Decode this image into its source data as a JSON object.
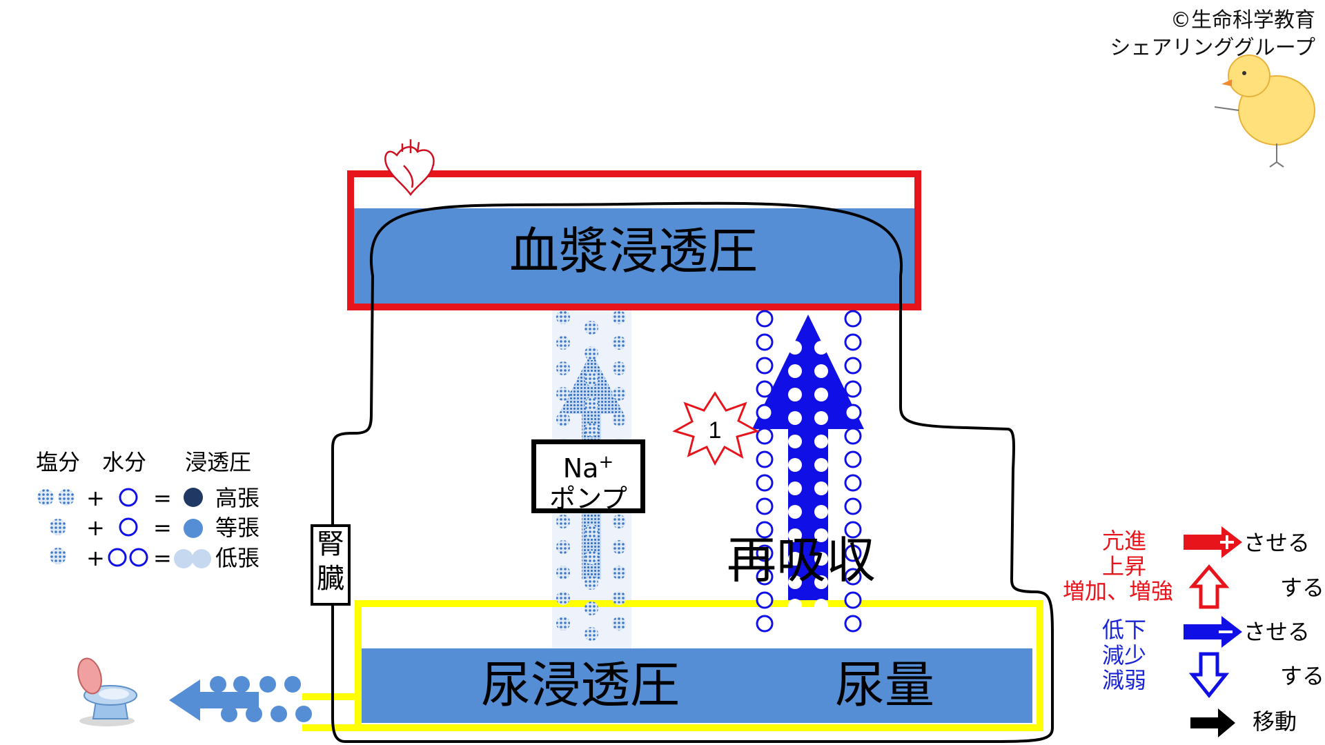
{
  "credit": {
    "line1": "©生命科学教育",
    "line2": "シェアリンググループ"
  },
  "labels": {
    "plasma_osmotic_pressure": "血漿浸透圧",
    "urine_osmotic_pressure": "尿浸透圧",
    "urine_volume": "尿量",
    "reabsorption": "再吸収",
    "pump_line1": "Na",
    "pump_sup": "+",
    "pump_line2": "ポンプ",
    "kidney_line1": "腎",
    "kidney_line2": "臓",
    "step_number": "1"
  },
  "osmo_legend": {
    "headers": [
      "塩分",
      "水分",
      "浸透圧"
    ],
    "rows": [
      {
        "plus": "+",
        "equals": "=",
        "result": "高張"
      },
      {
        "plus": "+",
        "equals": "=",
        "result": "等張"
      },
      {
        "plus": "+",
        "equals": "=",
        "result": "低張"
      }
    ]
  },
  "arrow_legend": {
    "increase_words": [
      "亢進",
      "上昇",
      "増加、増強"
    ],
    "decrease_words": [
      "低下",
      "減少",
      "減弱"
    ],
    "cause_label": "させる",
    "self_label": "する",
    "cause_label_2": "させる",
    "self_label_2": "する",
    "move_label": "移動"
  },
  "colors": {
    "blood_box": "#e8141c",
    "urine_box": "#ffff00",
    "fluid": "#558ed5",
    "salt": "#3c78c8",
    "water_blue": "#1010e6",
    "dark_dot": "#1f3864",
    "light_dot": "#c6d7f0"
  },
  "icons": [
    "heart-icon",
    "toilet-icon",
    "chick-icon",
    "explosion-icon"
  ]
}
